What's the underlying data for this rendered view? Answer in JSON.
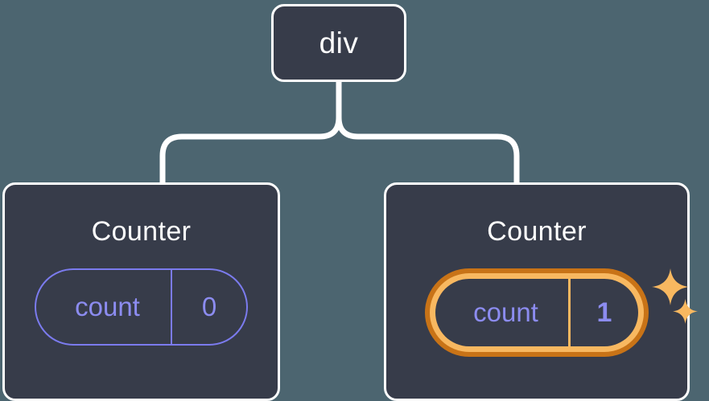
{
  "diagram": {
    "type": "component-tree",
    "background_color": "#4c6570",
    "node_fill_color": "#373c4a",
    "node_border_color": "#ffffff",
    "connector_color": "#ffffff",
    "state_color": "#8c8cf0",
    "highlight_outer_color": "#c87317",
    "highlight_inner_color": "#f8b860",
    "root": {
      "label": "div"
    },
    "children": [
      {
        "title": "Counter",
        "state": {
          "key": "count",
          "value": "0"
        },
        "highlighted": false,
        "sparkles": false
      },
      {
        "title": "Counter",
        "state": {
          "key": "count",
          "value": "1"
        },
        "highlighted": true,
        "sparkles": true
      }
    ]
  }
}
